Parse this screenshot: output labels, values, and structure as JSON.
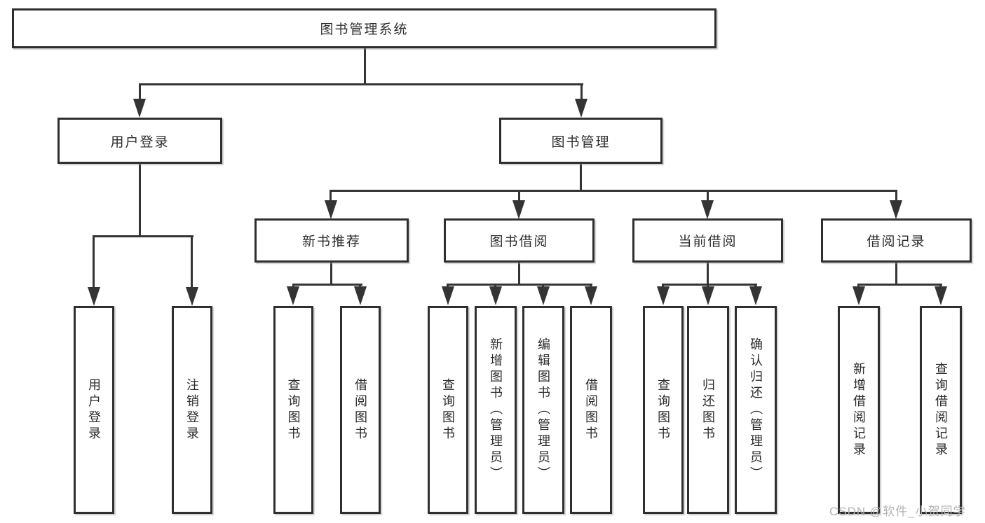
{
  "tree": {
    "label": "图书管理系统",
    "children": [
      {
        "label": "用户登录",
        "children": [
          {
            "label": "用户登录"
          },
          {
            "label": "注销登录"
          }
        ]
      },
      {
        "label": "图书管理",
        "children": [
          {
            "label": "新书推荐",
            "children": [
              {
                "label": "查询图书"
              },
              {
                "label": "借阅图书"
              }
            ]
          },
          {
            "label": "图书借阅",
            "children": [
              {
                "label": "查询图书"
              },
              {
                "label": "新增图书（管理员）"
              },
              {
                "label": "编辑图书（管理员）"
              },
              {
                "label": "借阅图书"
              }
            ]
          },
          {
            "label": "当前借阅",
            "children": [
              {
                "label": "查询图书"
              },
              {
                "label": "归还图书"
              },
              {
                "label": "确认归还（管理员）"
              }
            ]
          },
          {
            "label": "借阅记录",
            "children": [
              {
                "label": "新增借阅记录"
              },
              {
                "label": "查询借阅记录"
              }
            ]
          }
        ]
      }
    ]
  },
  "watermark": {
    "text": "CSDN @软件_小贺同学"
  },
  "colors": {
    "line": "#343434",
    "box_border": "#2f2f2f",
    "text": "#2d2d2d",
    "watermark": "#b4b4b4",
    "background": "#ffffff"
  }
}
